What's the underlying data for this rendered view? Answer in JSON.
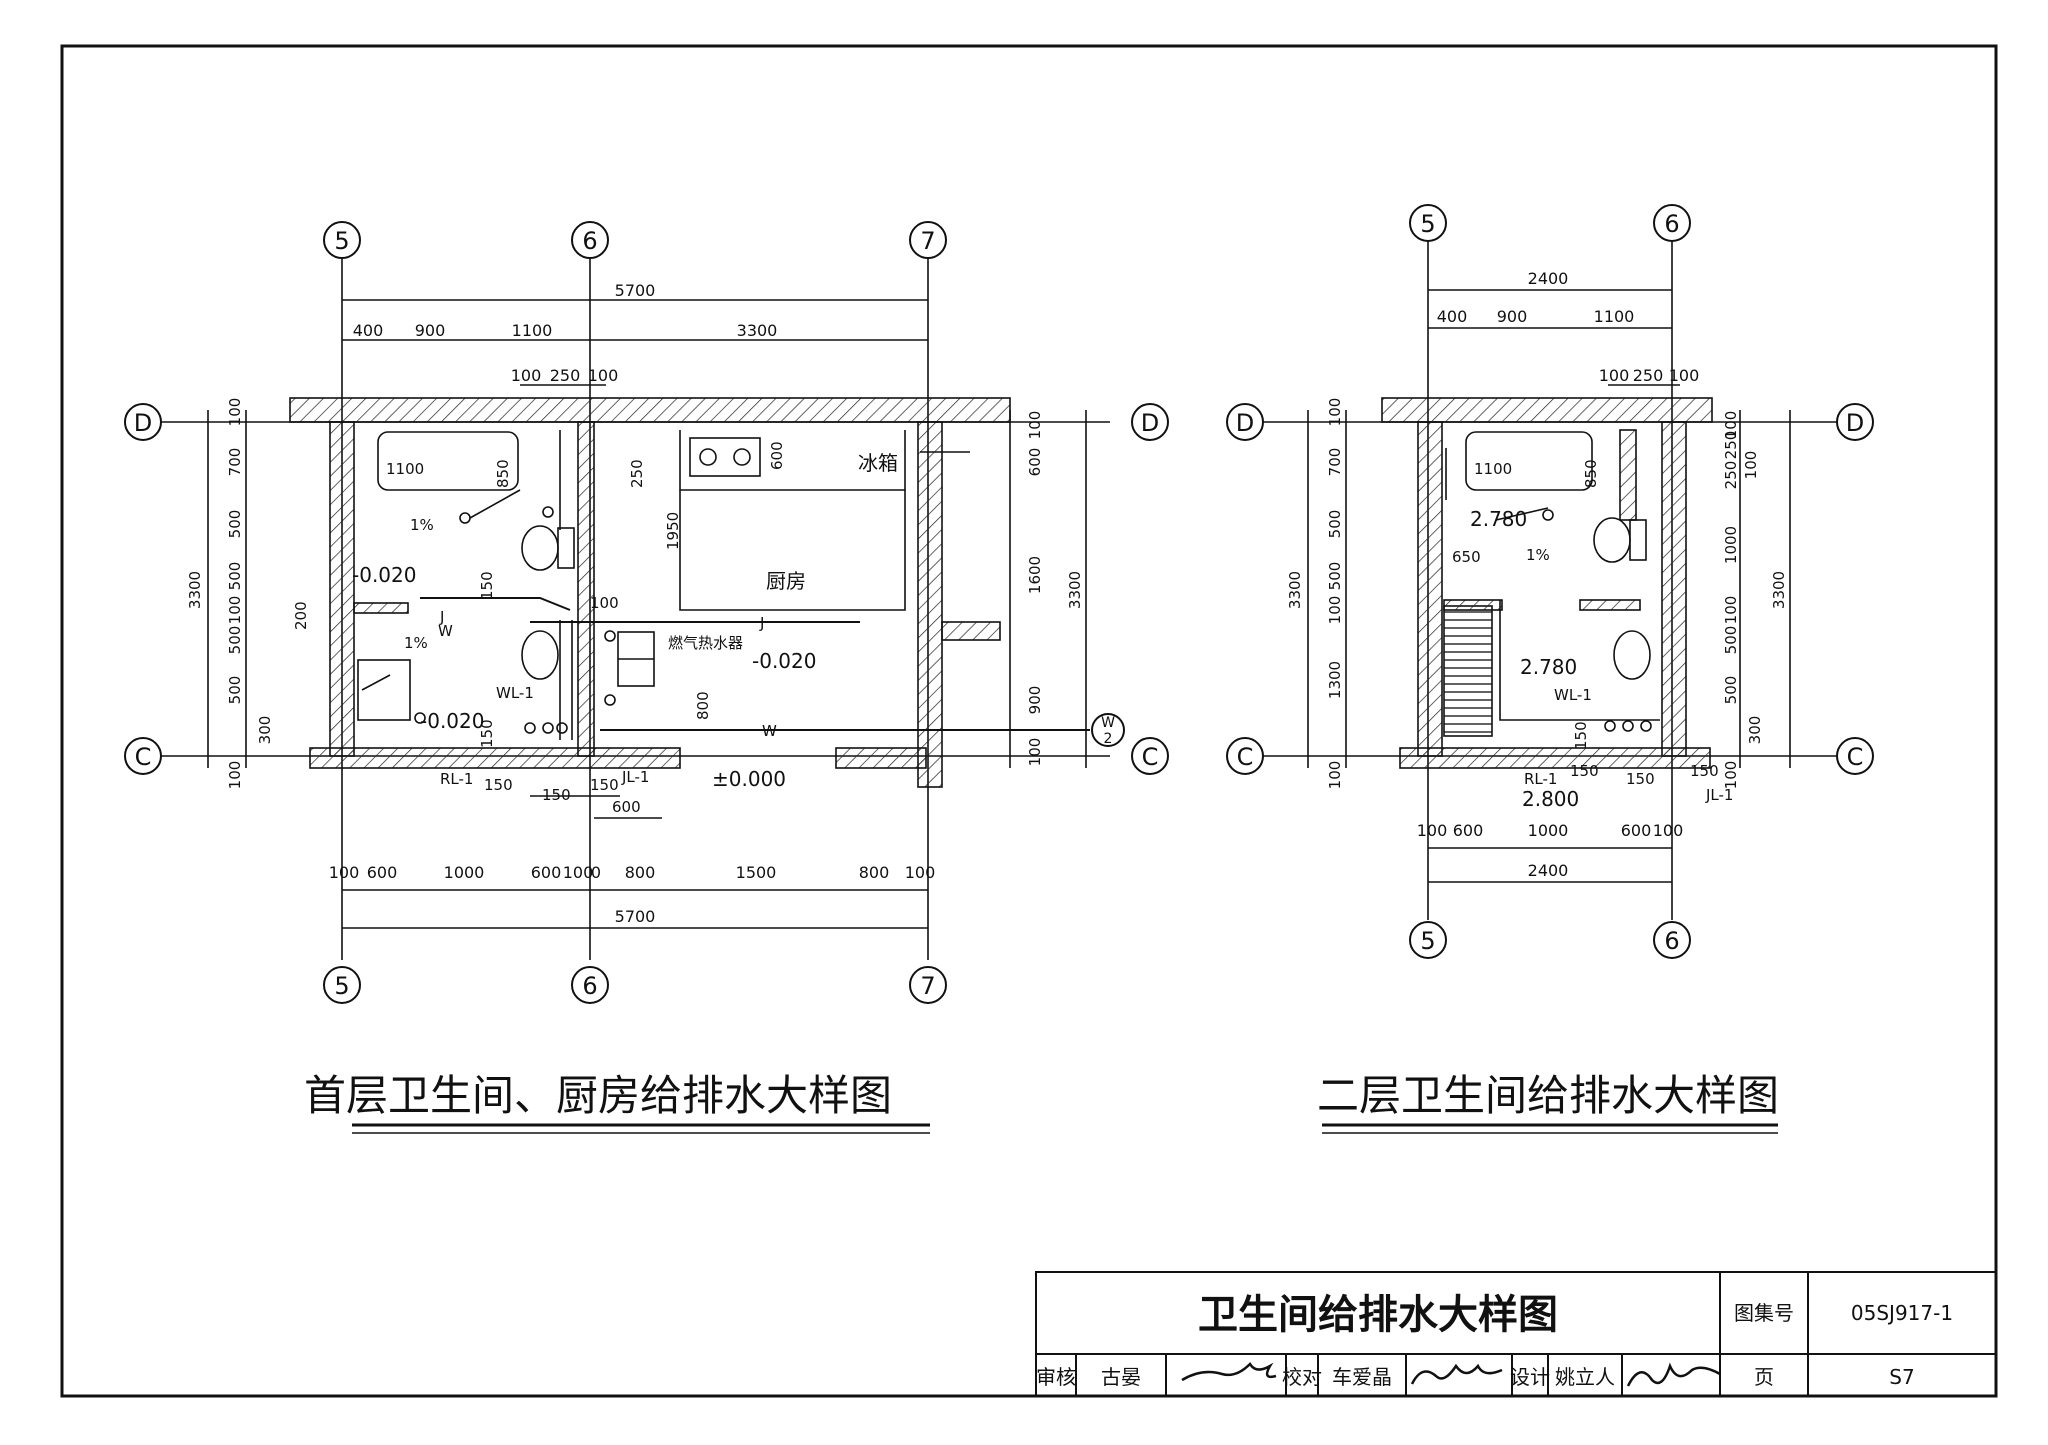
{
  "drawing_1": {
    "title": "首层卫生间、厨房给排水大样图",
    "axis_cols": [
      "5",
      "6",
      "7"
    ],
    "axis_rows": [
      "D",
      "C"
    ],
    "top_overall": "5700",
    "top_segments": [
      "400",
      "900",
      "1100",
      "3300"
    ],
    "top_detail": [
      "100",
      "250",
      "100"
    ],
    "bottom_segments": [
      "100",
      "600",
      "1000",
      "600",
      "100",
      "0",
      "800",
      "1500",
      "800",
      "100"
    ],
    "bottom_overall": "5700",
    "left_overall": "3300",
    "left_segments": [
      "100",
      "700",
      "500",
      "500",
      "100",
      "500",
      "500",
      "300",
      "100"
    ],
    "right_overall": "3300",
    "right_segments": [
      "100",
      "600",
      "1600",
      "900",
      "100"
    ],
    "room_kitchen": "厨房",
    "fridge": "冰箱",
    "gas_heater": "燃气热水器",
    "levels": [
      "-0.020",
      "-0.020",
      "-0.020",
      "±0.000"
    ],
    "slope": "1%",
    "pipe_labels": [
      "WL-1",
      "RL-1",
      "JL-1",
      "J",
      "W"
    ],
    "misc_dims": [
      "1100",
      "850",
      "250",
      "100",
      "1950",
      "600",
      "200",
      "150",
      "150",
      "150",
      "150",
      "150",
      "600",
      "800"
    ],
    "index_mark": {
      "top": "W",
      "bottom": "2"
    }
  },
  "drawing_2": {
    "title": "二层卫生间给排水大样图",
    "axis_cols": [
      "5",
      "6"
    ],
    "axis_rows": [
      "D",
      "C"
    ],
    "top_overall": "2400",
    "top_segments": [
      "400",
      "900",
      "1100"
    ],
    "top_detail": [
      "100",
      "250",
      "100"
    ],
    "bottom_segments": [
      "100",
      "600",
      "1000",
      "600",
      "100"
    ],
    "bottom_overall": "2400",
    "left_overall": "3300",
    "left_segments": [
      "100",
      "700",
      "500",
      "500",
      "100",
      "1300",
      "100"
    ],
    "right_overall": "3300",
    "right_segments": [
      "100",
      "250",
      "250",
      "100",
      "1000",
      "100",
      "500",
      "500",
      "300",
      "100"
    ],
    "levels": [
      "2.780",
      "2.780",
      "2.800"
    ],
    "slope": "1%",
    "pipe_labels": [
      "WL-1",
      "RL-1",
      "JL-1"
    ],
    "misc_dims": [
      "1100",
      "850",
      "650",
      "150",
      "150",
      "150",
      "150"
    ]
  },
  "title_block": {
    "title": "卫生间给排水大样图",
    "atlas_label": "图集号",
    "atlas_no": "05SJ917-1",
    "review_label": "审核",
    "reviewer": "古晏",
    "check_label": "校对",
    "checker": "车爱晶",
    "design_label": "设计",
    "designer": "姚立人",
    "page_label": "页",
    "page_no": "S7"
  }
}
